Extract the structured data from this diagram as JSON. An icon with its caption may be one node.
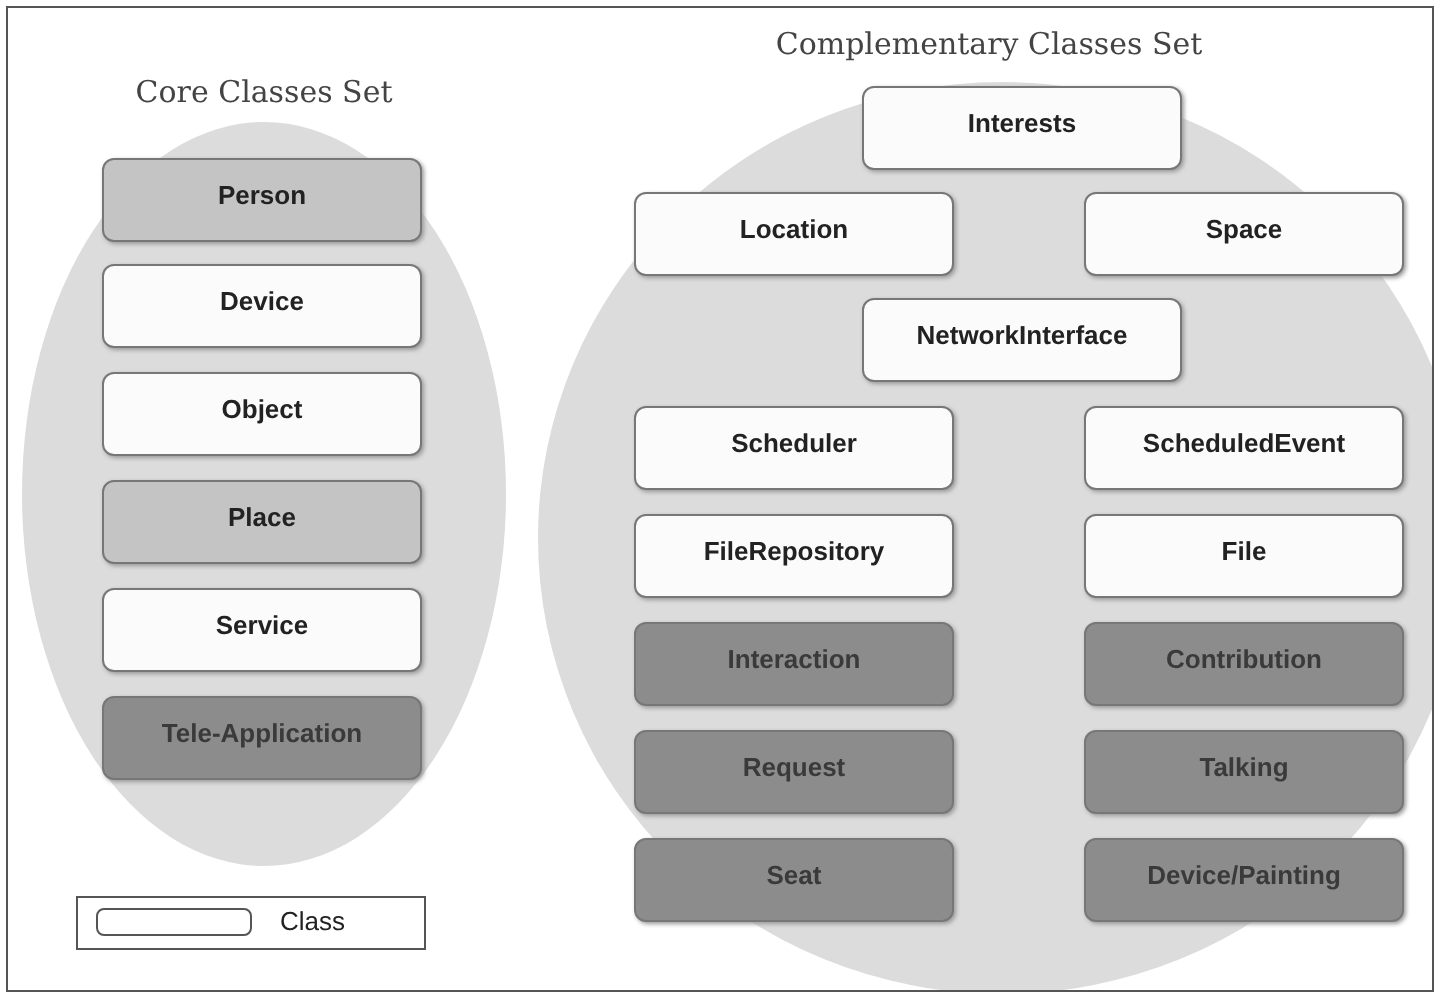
{
  "diagram": {
    "nodes": [
      {
        "text": [
          "Core Classes Set"
        ]
      },
      {
        "text": [
          "Person"
        ],
        "in": 0
      },
      {
        "text": [
          "Device"
        ],
        "in": 0
      },
      {
        "text": [
          "Object"
        ],
        "in": 0
      },
      {
        "text": [
          "Place"
        ],
        "in": 0
      },
      {
        "text": [
          "Service"
        ],
        "in": 0
      },
      {
        "text": [
          "Tele-Application"
        ],
        "in": 0
      },
      {
        "text": [
          "Complementary Classes Set"
        ]
      },
      {
        "text": [
          "Interests"
        ],
        "in": 7
      },
      {
        "text": [
          "Location"
        ],
        "in": 7
      },
      {
        "text": [
          "Space"
        ],
        "in": 7
      },
      {
        "text": [
          "NetworkInterface"
        ],
        "in": 7
      },
      {
        "text": [
          "Scheduler"
        ],
        "in": 7
      },
      {
        "text": [
          "ScheduledEvent"
        ],
        "in": 7
      },
      {
        "text": [
          "FileRepository"
        ],
        "in": 7
      },
      {
        "text": [
          "File"
        ],
        "in": 7
      },
      {
        "text": [
          "Interaction"
        ],
        "in": 7
      },
      {
        "text": [
          "Contribution"
        ],
        "in": 7
      },
      {
        "text": [
          "Request"
        ],
        "in": 7
      },
      {
        "text": [
          "Talking"
        ],
        "in": 7
      },
      {
        "text": [
          "Seat"
        ],
        "in": 7
      },
      {
        "text": [
          "Device/Painting"
        ],
        "in": 7
      }
    ],
    "legend": [
      {
        "text": "Class"
      }
    ]
  }
}
